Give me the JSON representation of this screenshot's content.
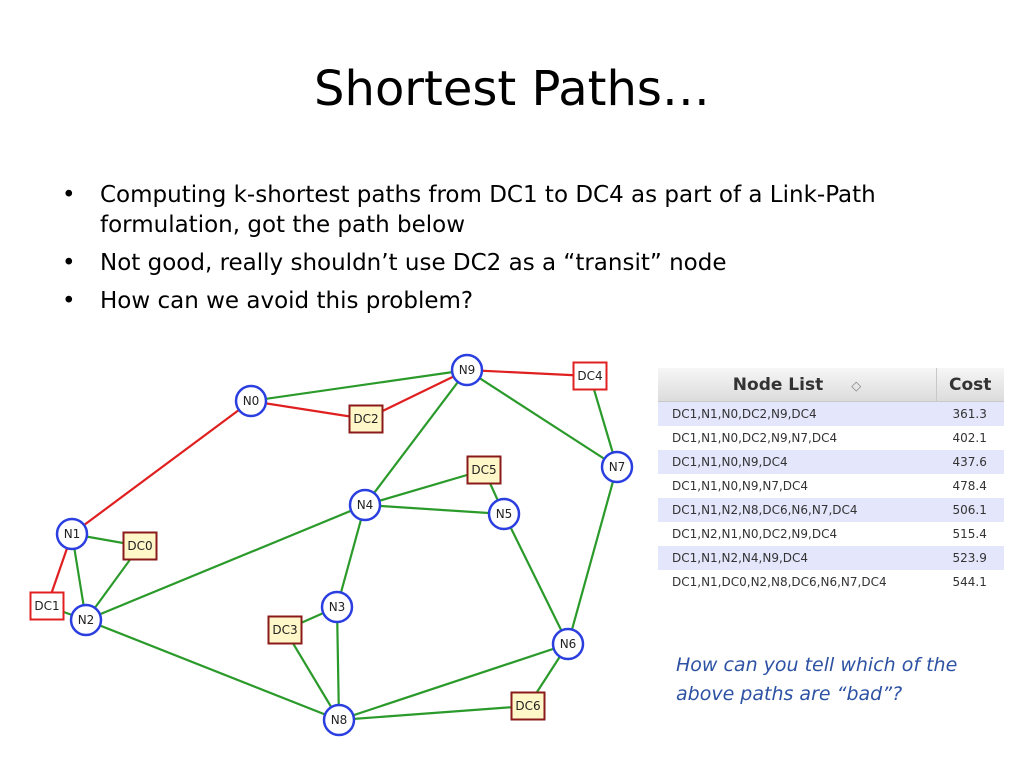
{
  "slide": {
    "title": "Shortest Paths…",
    "bullet_glyph": "•",
    "bullets": [
      "Computing k-shortest paths from DC1 to DC4 as part of a Link-Path formulation, got the path below",
      "Not good, really shouldn’t use DC2 as a “transit” node",
      "How can we avoid this problem?"
    ],
    "note": "How can you tell which of the above paths are “bad”?"
  },
  "graph": {
    "colors": {
      "path_edge": "#e02020",
      "other_edge": "#2a9a2a",
      "router_node_border": "#2b3fe0",
      "dc_node_fill": "#fff7c8",
      "dc_node_border": "#8b1a1a"
    },
    "nodes": [
      {
        "id": "N0",
        "kind": "router"
      },
      {
        "id": "N1",
        "kind": "router"
      },
      {
        "id": "N2",
        "kind": "router"
      },
      {
        "id": "N3",
        "kind": "router"
      },
      {
        "id": "N4",
        "kind": "router"
      },
      {
        "id": "N5",
        "kind": "router"
      },
      {
        "id": "N6",
        "kind": "router"
      },
      {
        "id": "N7",
        "kind": "router"
      },
      {
        "id": "N8",
        "kind": "router"
      },
      {
        "id": "N9",
        "kind": "router"
      },
      {
        "id": "DC0",
        "kind": "dc"
      },
      {
        "id": "DC1",
        "kind": "dc-endpoint"
      },
      {
        "id": "DC2",
        "kind": "dc"
      },
      {
        "id": "DC3",
        "kind": "dc"
      },
      {
        "id": "DC4",
        "kind": "dc-endpoint"
      },
      {
        "id": "DC5",
        "kind": "dc"
      },
      {
        "id": "DC6",
        "kind": "dc"
      }
    ],
    "edges": [
      {
        "from": "DC1",
        "to": "N1",
        "on_path": true
      },
      {
        "from": "N1",
        "to": "N0",
        "on_path": true
      },
      {
        "from": "N0",
        "to": "DC2",
        "on_path": true
      },
      {
        "from": "DC2",
        "to": "N9",
        "on_path": true
      },
      {
        "from": "N9",
        "to": "DC4",
        "on_path": true
      },
      {
        "from": "N0",
        "to": "N9",
        "on_path": false
      },
      {
        "from": "N1",
        "to": "DC0",
        "on_path": false
      },
      {
        "from": "N1",
        "to": "N2",
        "on_path": false
      },
      {
        "from": "DC1",
        "to": "N2",
        "on_path": false
      },
      {
        "from": "DC0",
        "to": "N2",
        "on_path": false
      },
      {
        "from": "N2",
        "to": "N4",
        "on_path": false
      },
      {
        "from": "N2",
        "to": "N8",
        "on_path": false
      },
      {
        "from": "N9",
        "to": "N4",
        "on_path": false
      },
      {
        "from": "N9",
        "to": "N7",
        "on_path": false
      },
      {
        "from": "DC4",
        "to": "N7",
        "on_path": false
      },
      {
        "from": "N4",
        "to": "DC5",
        "on_path": false
      },
      {
        "from": "N4",
        "to": "N5",
        "on_path": false
      },
      {
        "from": "DC5",
        "to": "N5",
        "on_path": false
      },
      {
        "from": "N4",
        "to": "N3",
        "on_path": false
      },
      {
        "from": "N3",
        "to": "DC3",
        "on_path": false
      },
      {
        "from": "N3",
        "to": "N8",
        "on_path": false
      },
      {
        "from": "DC3",
        "to": "N8",
        "on_path": false
      },
      {
        "from": "N5",
        "to": "N6",
        "on_path": false
      },
      {
        "from": "N7",
        "to": "N6",
        "on_path": false
      },
      {
        "from": "N6",
        "to": "DC6",
        "on_path": false
      },
      {
        "from": "N6",
        "to": "N8",
        "on_path": false
      },
      {
        "from": "DC6",
        "to": "N8",
        "on_path": false
      }
    ]
  },
  "table": {
    "headers": {
      "node_list": "Node List",
      "cost": "Cost",
      "sort_glyph": "◇"
    },
    "rows": [
      {
        "nodes": "DC1,N1,N0,DC2,N9,DC4",
        "cost": "361.3"
      },
      {
        "nodes": "DC1,N1,N0,DC2,N9,N7,DC4",
        "cost": "402.1"
      },
      {
        "nodes": "DC1,N1,N0,N9,DC4",
        "cost": "437.6"
      },
      {
        "nodes": "DC1,N1,N0,N9,N7,DC4",
        "cost": "478.4"
      },
      {
        "nodes": "DC1,N1,N2,N8,DC6,N6,N7,DC4",
        "cost": "506.1"
      },
      {
        "nodes": "DC1,N2,N1,N0,DC2,N9,DC4",
        "cost": "515.4"
      },
      {
        "nodes": "DC1,N1,N2,N4,N9,DC4",
        "cost": "523.9"
      },
      {
        "nodes": "DC1,N1,DC0,N2,N8,DC6,N6,N7,DC4",
        "cost": "544.1"
      }
    ]
  }
}
